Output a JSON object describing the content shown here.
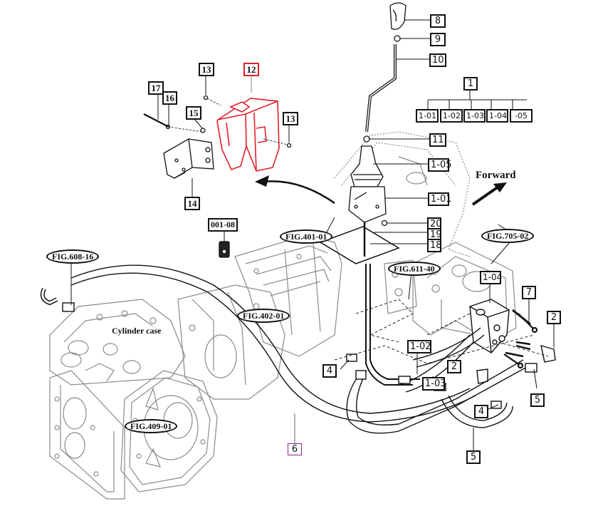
{
  "diagram": {
    "title": "Shift lever / hydraulic valve assembly exploded view",
    "accent_colors": {
      "highlighted_part": "#e0202a",
      "selected_callout": "#8a2a8a",
      "line_art": "#111111",
      "background_parts": "#8a8a8a"
    },
    "annotations": {
      "forward": "Forward",
      "cylinder_case": "Cylinder case"
    },
    "callouts": {
      "c8": "8",
      "c9": "9",
      "c10": "10",
      "c1": "1",
      "c1_01a": "1-01",
      "c1_02a": "1-02",
      "c1_03a": "1-03",
      "c1_04a": "1-04",
      "c1_05a": "-05",
      "c11": "11",
      "c1_05b": "1-05",
      "c1_01b": "1-01",
      "c20": "20",
      "c19": "19",
      "c18": "18",
      "c13a": "13",
      "c12": "12",
      "c13b": "13",
      "c17": "17",
      "c16": "16",
      "c15": "15",
      "c14": "14",
      "c001_08": "001-08",
      "c1_04b": "1-04",
      "c7": "7",
      "c2a": "2",
      "c1_02b": "1-02",
      "c2b": "2",
      "c1_03b": "1-03",
      "c4a": "4",
      "c4b": "4",
      "c5a": "5",
      "c5b": "5",
      "c6": "6"
    },
    "figure_refs": {
      "fig401": "FIG.401-01",
      "fig608": "FIG.608-16",
      "fig402": "FIG.402-01",
      "fig611": "FIG.611-40",
      "fig705": "FIG.705-02",
      "fig409": "FIG.409-01"
    }
  }
}
